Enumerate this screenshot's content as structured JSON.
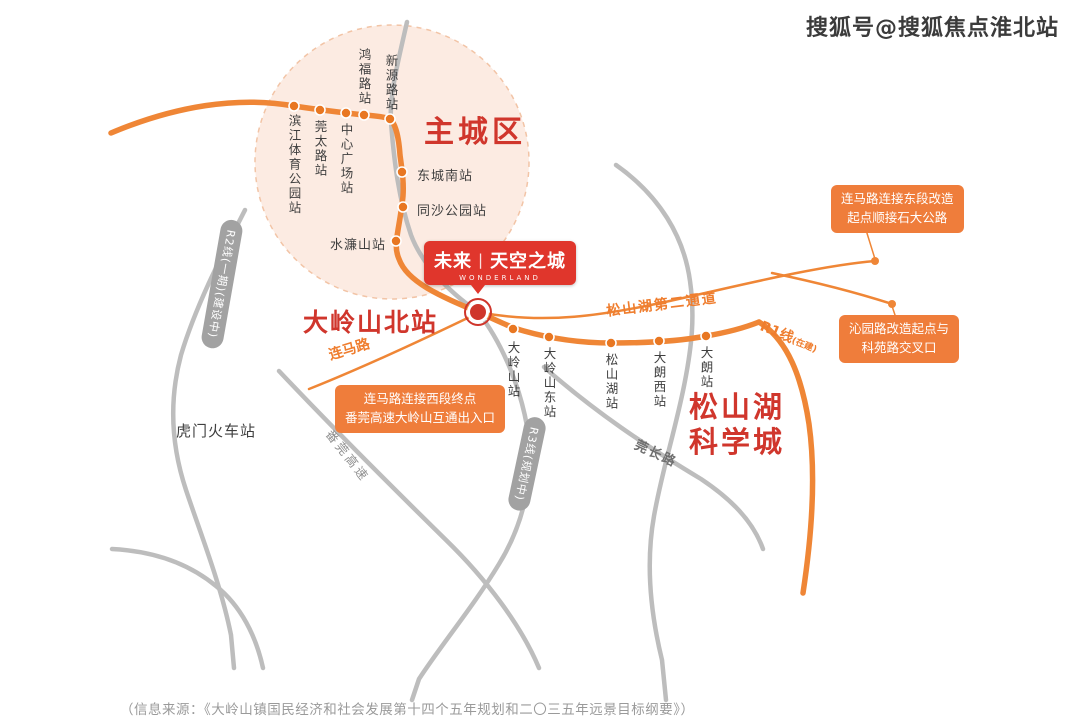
{
  "watermark": "搜狐号@搜狐焦点淮北站",
  "source_note": "（信息来源：《大岭山镇国民经济和社会发展第十四个五年规划和二〇三五年远景目标纲要》）",
  "areas": {
    "main_city": "主城区",
    "science_city_line1": "松山湖",
    "science_city_line2": "科学城"
  },
  "landmark": {
    "prefix": "未来",
    "divider": "|",
    "name": "天空之城",
    "latin": "WONDERLAND"
  },
  "stations": {
    "hongfu": "鸿福路站",
    "xinyuan": "新源路站",
    "binjiang": "滨江体育公园站",
    "guantai": "莞太路站",
    "zhongxin": "中心广场站",
    "dongchengnan": "东城南站",
    "tongsha": "同沙公园站",
    "shuilian": "水濂山站",
    "dalingshanbei": "大岭山北站",
    "dalingshan": "大岭山站",
    "dalingshandong": "大岭山东站",
    "songshanhu": "松山湖站",
    "dalangxi": "大朗西站",
    "dalang": "大朗站",
    "humen": "虎门火车站"
  },
  "roads": {
    "lianma": "连马路",
    "songshanhu_tunnel": "松山湖第二通道",
    "fanguan_expressway": "番莞高速",
    "guanchang": "莞长路"
  },
  "lines": {
    "r1_name": "R1线",
    "r1_status": "(在建)",
    "r2_pill": "R2线(一期)(建设中)",
    "r3_pill": "R3线(规划中)"
  },
  "callouts": {
    "east_line1": "连马路连接东段改造",
    "east_line2": "起点顺接石大公路",
    "qinyuan_line1": "沁园路改造起点与",
    "qinyuan_line2": "科苑路交叉口",
    "west_line1": "连马路连接西段终点",
    "west_line2": "番莞高速大岭山互通出入口"
  },
  "colors": {
    "metro_orange": "#ef8636",
    "accent_red": "#d0362c",
    "road_gray": "#bdbdbd",
    "callout_orange": "#ef7d3b",
    "city_circle_fill": "#fcebe2"
  }
}
